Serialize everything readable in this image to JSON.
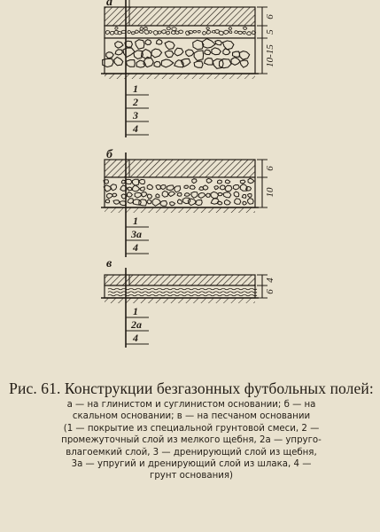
{
  "diagrams": [
    {
      "label": "а",
      "layers": [
        "1",
        "2",
        "3",
        "4"
      ],
      "dims": [
        "6",
        "5",
        "10-15"
      ]
    },
    {
      "label": "б",
      "layers": [
        "1",
        "3а",
        "4"
      ],
      "dims": [
        "6",
        "10"
      ]
    },
    {
      "label": "в",
      "layers": [
        "1",
        "2а",
        "4"
      ],
      "dims": [
        "4",
        "6"
      ]
    }
  ],
  "caption": {
    "title": "Рис. 61. Конструкции безгазонных футбольных полей:",
    "lines": [
      "а — на глинистом и суглинистом основании; б — на",
      "скальном основании; в — на песчаном основании",
      "(1 — покрытие из специальной грунтовой смеси, 2 —",
      "промежуточный слой из мелкого щебня, 2а — упруго-",
      "влагоемкий слой, 3 — дренирующий слой из щебня,",
      "3а — упругий и дренирующий слой из шлака, 4 —",
      "грунт основания)"
    ]
  },
  "colors": {
    "paper": "#e9e2cf",
    "ink": "#231d16"
  }
}
